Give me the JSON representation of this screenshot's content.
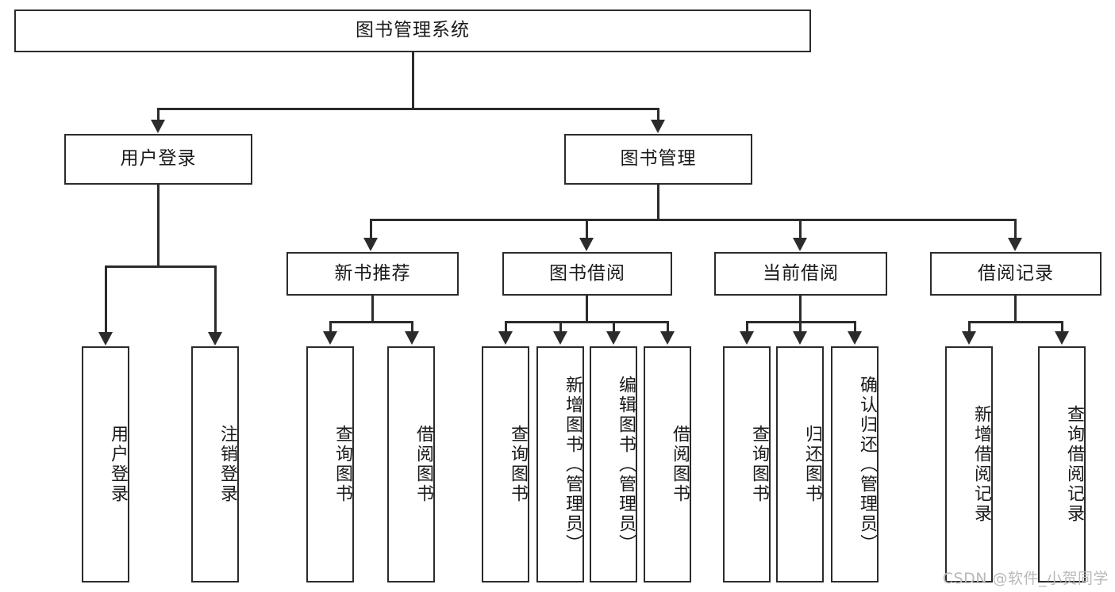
{
  "diagram": {
    "title": "图书管理系统",
    "type": "hierarchy-tree",
    "watermark": "CSDN @软件_小贺同学",
    "colors": {
      "stroke": "#2b2b2b",
      "fill": "#ffffff",
      "text": "#1a1a1a",
      "watermark": "#b9b9b9"
    },
    "levels": {
      "level1": [
        {
          "id": "root",
          "label": "图书管理系统"
        }
      ],
      "level2": [
        {
          "id": "user-login",
          "label": "用户登录"
        },
        {
          "id": "book-manage",
          "label": "图书管理"
        }
      ],
      "level3": [
        {
          "id": "new-book-rec",
          "label": "新书推荐"
        },
        {
          "id": "book-borrow",
          "label": "图书借阅"
        },
        {
          "id": "current-borrow",
          "label": "当前借阅"
        },
        {
          "id": "borrow-record",
          "label": "借阅记录"
        }
      ],
      "level4": [
        {
          "id": "leaf-user-login",
          "label": "用户登录",
          "parent": "user-login"
        },
        {
          "id": "leaf-user-logout",
          "label": "注销登录",
          "parent": "user-login"
        },
        {
          "id": "leaf-query-book-1",
          "label": "查询图书",
          "parent": "new-book-rec"
        },
        {
          "id": "leaf-borrow-book-1",
          "label": "借阅图书",
          "parent": "new-book-rec"
        },
        {
          "id": "leaf-query-book-2",
          "label": "查询图书",
          "parent": "book-borrow"
        },
        {
          "id": "leaf-add-book",
          "label": "新增图书（管理员）",
          "parent": "book-borrow"
        },
        {
          "id": "leaf-edit-book",
          "label": "编辑图书（管理员）",
          "parent": "book-borrow"
        },
        {
          "id": "leaf-borrow-book-2",
          "label": "借阅图书",
          "parent": "book-borrow"
        },
        {
          "id": "leaf-query-book-3",
          "label": "查询图书",
          "parent": "current-borrow"
        },
        {
          "id": "leaf-return-book",
          "label": "归还图书",
          "parent": "current-borrow"
        },
        {
          "id": "leaf-confirm-return",
          "label": "确认归还（管理员）",
          "parent": "current-borrow"
        },
        {
          "id": "leaf-add-record",
          "label": "新增借阅记录",
          "parent": "borrow-record"
        },
        {
          "id": "leaf-query-record",
          "label": "查询借阅记录",
          "parent": "borrow-record"
        }
      ]
    }
  }
}
